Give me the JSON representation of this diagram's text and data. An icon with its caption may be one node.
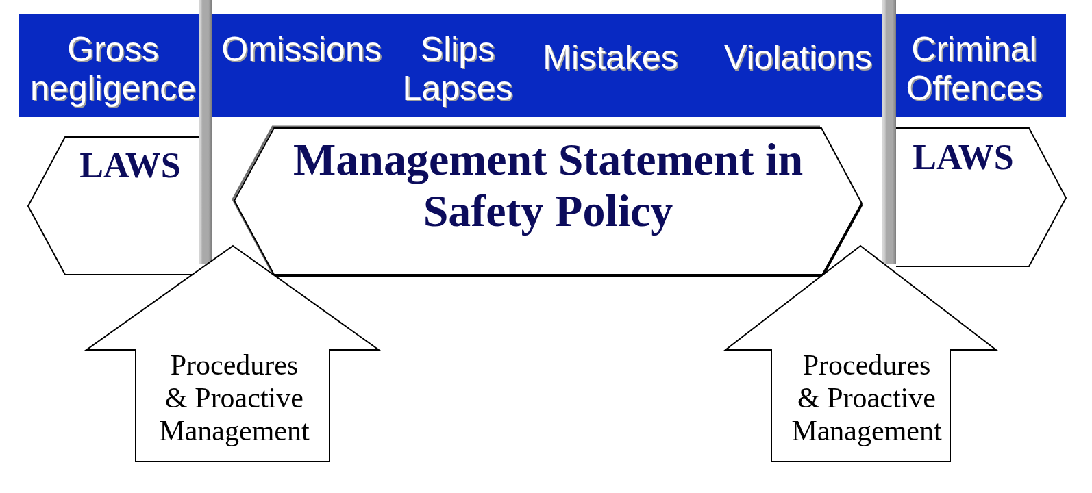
{
  "diagram": {
    "nodes": [
      {
        "text": [
          "Gross negligence",
          "Omissions",
          "Slips Lapses",
          "Mistakes",
          "Violations",
          "Criminal Offences"
        ]
      },
      {
        "text": [],
        "shape": "bar"
      },
      {
        "text": [],
        "shape": "bar"
      },
      {
        "text": [
          "LAWS"
        ]
      },
      {
        "text": [
          "Management Statement in Safety Policy"
        ]
      },
      {
        "text": [
          "LAWS"
        ]
      },
      {
        "text": [
          "Procedures & Proactive Management"
        ]
      },
      {
        "text": [
          "Procedures & Proactive Management"
        ]
      }
    ]
  }
}
